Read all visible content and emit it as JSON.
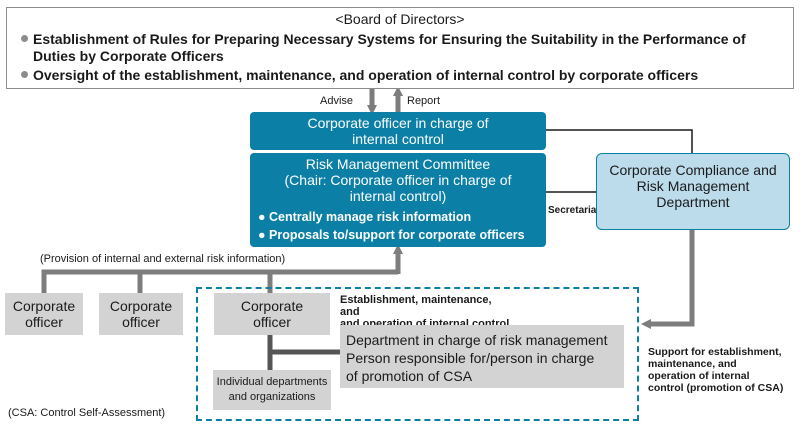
{
  "board": {
    "title": "<Board of Directors>",
    "item1_line1": "Establishment of Rules for Preparing Necessary Systems for Ensuring the Suitability in the Performance of",
    "item1_line2": "Duties by Corporate Officers",
    "item2": "Oversight of the establishment, maintenance, and operation of internal control by corporate officers"
  },
  "arrows": {
    "advise": "Advise",
    "report": "Report"
  },
  "officer_internal": {
    "line1": "Corporate officer in charge of",
    "line2": "internal control"
  },
  "risk_committee": {
    "line1": "Risk Management Committee",
    "line2": "(Chair: Corporate officer in charge of",
    "line3": "internal control)",
    "bullet1": "Centrally manage risk information",
    "bullet2": "Proposals to/support for corporate officers"
  },
  "secretariat_label": "Secretariat",
  "compliance_dept": {
    "line1": "Corporate Compliance and",
    "line2": "Risk Management",
    "line3": "Department"
  },
  "provision_label": "(Provision of internal and external risk information)",
  "officers": [
    {
      "line1": "Corporate",
      "line2": "officer"
    },
    {
      "line1": "Corporate",
      "line2": "officer"
    },
    {
      "line1": "Corporate",
      "line2": "officer"
    }
  ],
  "establishment_label": {
    "line1": "Establishment, maintenance,",
    "line2": "and",
    "line3": "and operation of internal control"
  },
  "risk_dept": {
    "line1": "Department in charge of risk management",
    "line2": "Person responsible for/person in charge",
    "line3": "of promotion of CSA"
  },
  "individual_depts": {
    "line1": "Individual departments",
    "line2": "and organizations"
  },
  "support_label": {
    "line1": "Support for establishment,",
    "line2": "maintenance, and",
    "line3": "operation of internal",
    "line4": "control (promotion of CSA)"
  },
  "footnote": "(CSA: Control Self-Assessment)",
  "colors": {
    "teal": "#0b7fa6",
    "light_blue": "#bcdcec",
    "gray_box": "#d3d3d3",
    "connector": "#7d7d7d",
    "black_line": "#1a1a1a"
  }
}
